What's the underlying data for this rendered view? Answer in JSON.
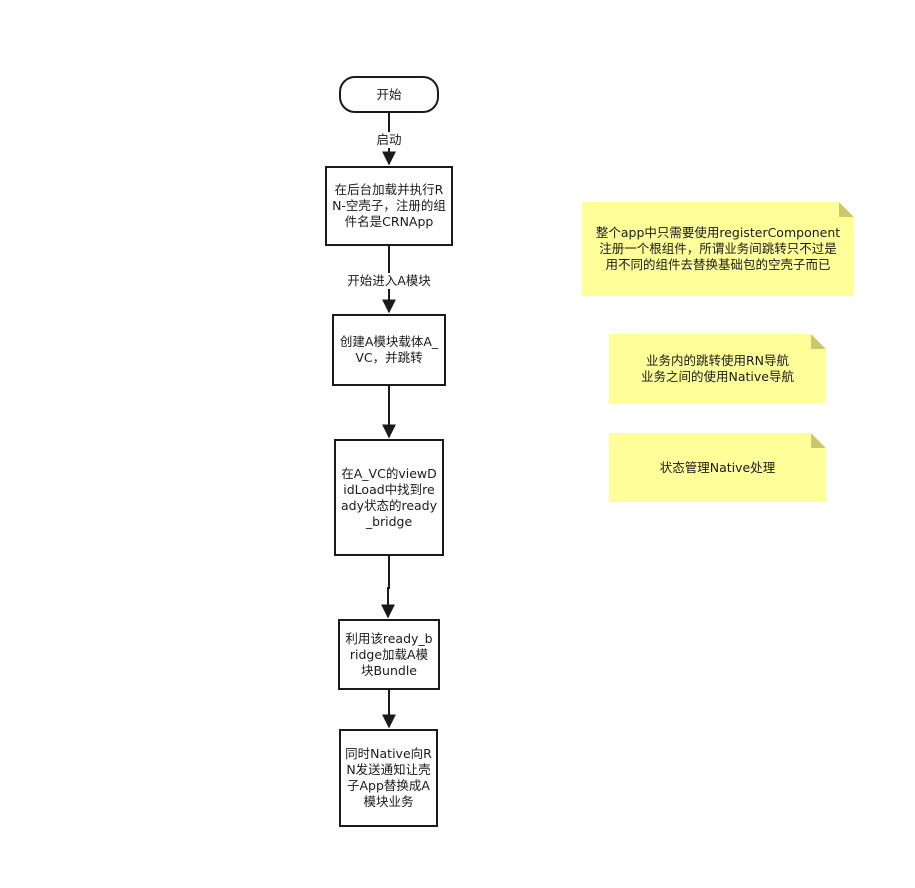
{
  "colors": {
    "stroke": "#1a1a1a",
    "node_fill": "#ffffff",
    "note_fill": "#ffff99",
    "note_fold": "#c9c96b"
  },
  "flow": {
    "start": "开始",
    "step1": "在后台加载并执行RN-空壳子，注册的组件名是CRNApp",
    "step2": "创建A模块载体A_VC，并跳转",
    "step3": "在A_VC的viewDidLoad中找到ready状态的ready_bridge",
    "step4": "利用该ready_bridge加载A模块Bundle",
    "step5": "同时Native向RN发送通知让壳子App替换成A模块业务"
  },
  "edges": {
    "launch_label": "启动",
    "enter_label": "开始进入A模块"
  },
  "notes": {
    "note1": "整个app中只需要使用registerComponent\n注册一个根组件，所谓业务间跳转只不过是\n用不同的组件去替换基础包的空壳子而已",
    "note2": "业务内的跳转使用RN导航\n业务之间的使用Native导航",
    "note3": "状态管理Native处理"
  }
}
